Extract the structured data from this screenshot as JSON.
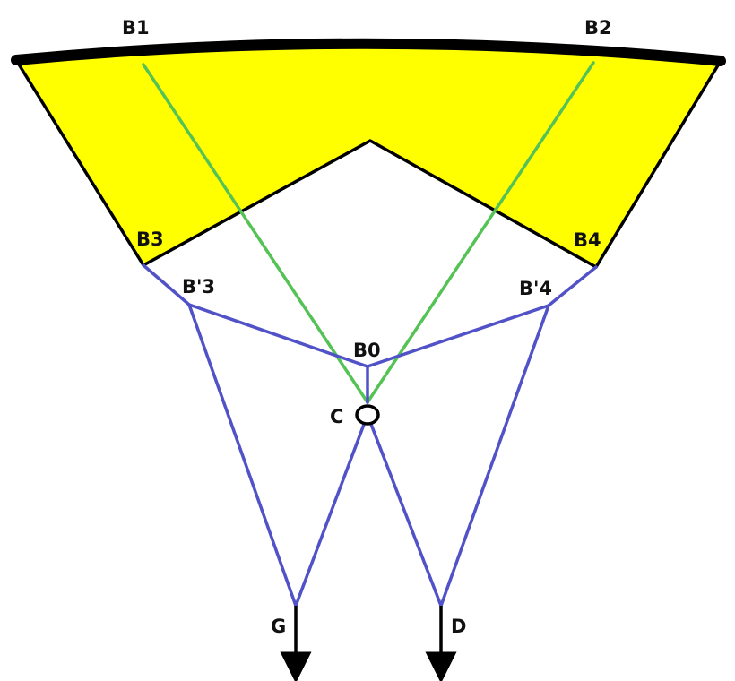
{
  "labels": {
    "b1": "B1",
    "b2": "B2",
    "b3": "B3",
    "b4": "B4",
    "b3p": "B'3",
    "b4p": "B'4",
    "b0": "B0",
    "c": "C",
    "g": "G",
    "d": "D"
  },
  "colors": {
    "yellow_region": "#ffff00",
    "blue_links": "#5151c8",
    "green_lines": "#55c255",
    "outline": "#000000"
  }
}
